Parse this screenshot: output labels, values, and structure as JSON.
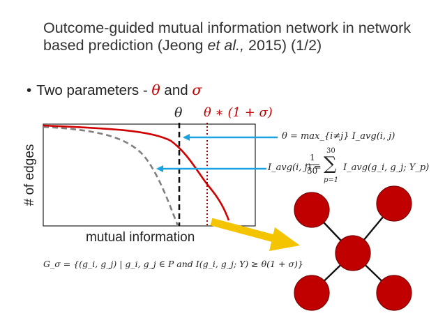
{
  "slide": {
    "title": {
      "part1": "Outcome-guided mutual information network in network based prediction (Jeong ",
      "etal": "et al.,",
      "part2": " 2015) (1/2)"
    },
    "bullet": {
      "symbol": "•",
      "text": "Two parameters - ",
      "theta": "θ",
      "and": " and ",
      "sigma": "σ"
    },
    "plot": {
      "ylabel": "# of edges",
      "xlabel": "mutual information",
      "theta_label": "θ",
      "theta_sigma_label": "θ ∗ (1 + σ)"
    },
    "formulas": {
      "theta_def": "θ = max_{i≠j} I_avg(i, j)",
      "iavg_lhs": "I_avg(i, j) =",
      "frac_num": "1",
      "frac_den": "30",
      "sum_upper": "30",
      "sum_lower": "p=1",
      "sum_body": "I_avg(g_i, g_j; Y_p)",
      "g_sigma": "G_σ = {(g_i, g_j) | g_i, g_j ∈ P and I(g_i, g_j; Y) ≥ θ(1 + σ)}"
    },
    "colors": {
      "red_curve": "#d00000",
      "gray_curve": "#808080",
      "arrow_blue": "#1aa3e0",
      "big_arrow": "#f5c400",
      "node": "#c00000",
      "dotted_line": "#a00000"
    }
  }
}
